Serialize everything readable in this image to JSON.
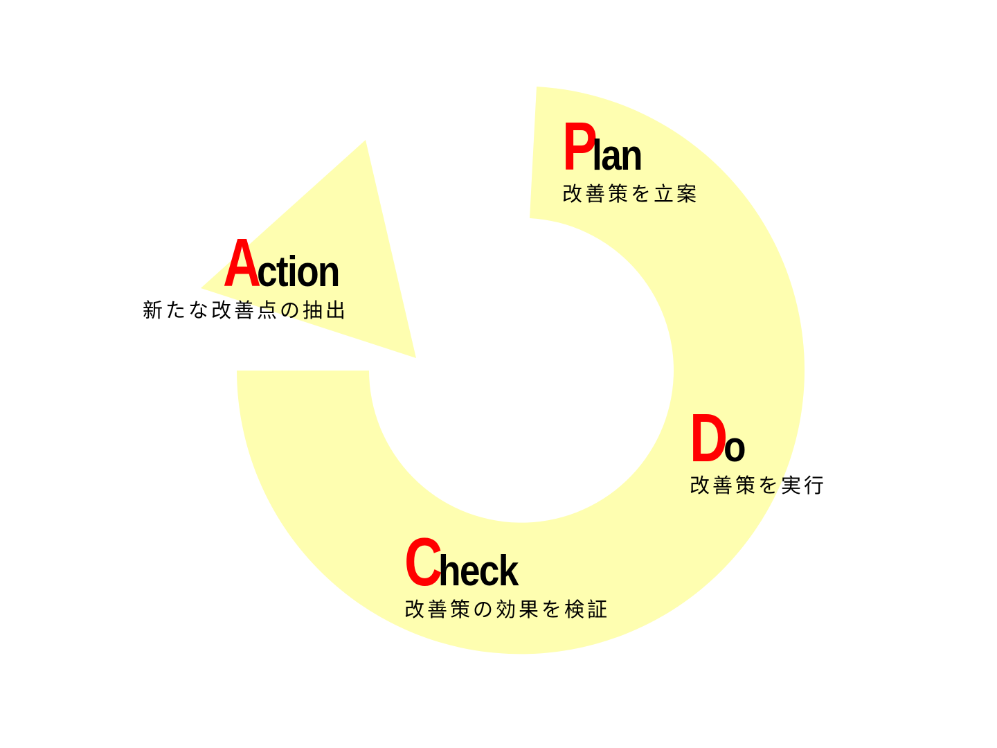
{
  "colors": {
    "arrow_fill": "#fefeb0",
    "initial_letter": "#ff0000",
    "text": "#000000",
    "background": "#ffffff"
  },
  "stages": {
    "plan": {
      "initial": "P",
      "rest": "lan",
      "description": "改善策を立案"
    },
    "do": {
      "initial": "D",
      "rest": "o",
      "description": "改善策を実行"
    },
    "check": {
      "initial": "C",
      "rest": "heck",
      "description": "改善策の効果を検証"
    },
    "action": {
      "initial": "A",
      "rest": "ction",
      "description": "新たな改善点の抽出"
    }
  }
}
